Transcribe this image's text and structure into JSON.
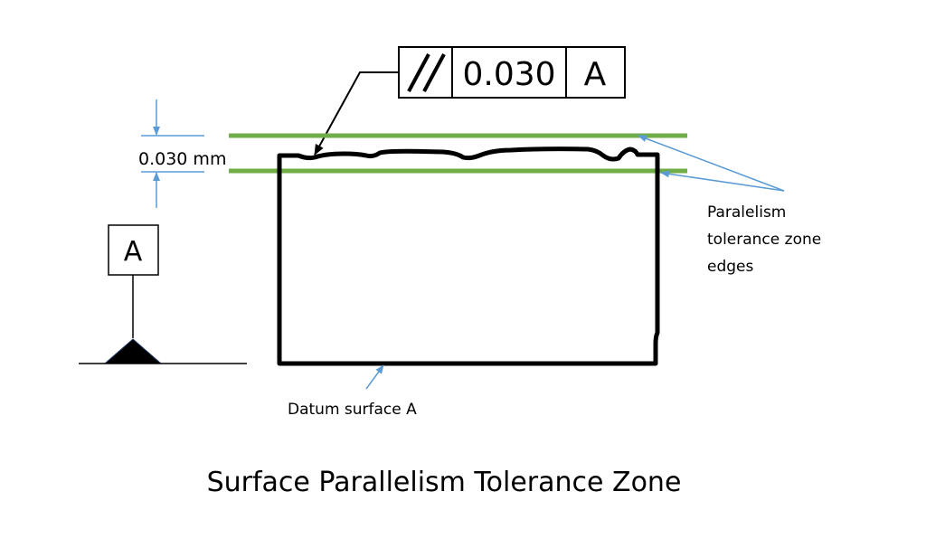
{
  "diagram": {
    "title": "Surface Parallelism Tolerance Zone",
    "feature_control_frame": {
      "symbol": "parallelism",
      "symbol_icon": "//",
      "tolerance": "0.030",
      "datum": "A"
    },
    "dimension": {
      "label": "0.030 mm"
    },
    "datum_feature_symbol": {
      "letter": "A"
    },
    "labels": {
      "zone_edges": [
        "Paralelism",
        "tolerance zone",
        "edges"
      ],
      "datum_surface": "Datum surface A"
    },
    "colors": {
      "tolerance_zone": "#70ad47",
      "leader_arrows": "#5b9bd5",
      "outline": "#000000"
    }
  }
}
